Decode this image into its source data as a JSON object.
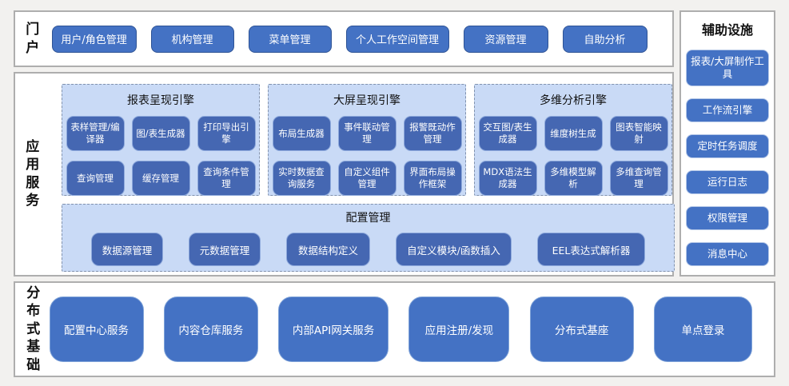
{
  "portal": {
    "label": "门户",
    "items": [
      "用户/角色管理",
      "机构管理",
      "菜单管理",
      "个人工作空间管理",
      "资源管理",
      "自助分析"
    ]
  },
  "app_services": {
    "label": "应用服务",
    "engines": [
      {
        "title": "报表呈现引擎",
        "items": [
          "表样管理/编译器",
          "图/表生成器",
          "打印导出引擎",
          "查询管理",
          "缓存管理",
          "查询条件管理"
        ]
      },
      {
        "title": "大屏呈现引擎",
        "items": [
          "布局生成器",
          "事件联动管理",
          "报警既动作管理",
          "实时数据查询服务",
          "自定义组件管理",
          "界面布局操作框架"
        ]
      },
      {
        "title": "多维分析引擎",
        "items": [
          "交互图/表生成器",
          "维度树生成",
          "图表智能映射",
          "MDX语法生成器",
          "多维模型解析",
          "多维查询管理"
        ]
      }
    ],
    "config": {
      "title": "配置管理",
      "items": [
        "数据源管理",
        "元数据管理",
        "数据结构定义",
        "自定义模块/函数插入",
        "EEL表达式解析器"
      ]
    }
  },
  "aux": {
    "title": "辅助设施",
    "items": [
      "报表/大屏制作工具",
      "工作流引擎",
      "定时任务调度",
      "运行日志",
      "权限管理",
      "消息中心"
    ]
  },
  "foundation": {
    "label": "分布式基础",
    "items": [
      "配置中心服务",
      "内容仓库服务",
      "内部API网关服务",
      "应用注册/发现",
      "分布式基座",
      "单点登录"
    ]
  },
  "colors": {
    "accent_blue": "#4472c4",
    "inner_blue": "#4567b2",
    "inner_border": "#8faadc",
    "dashed_box_bg": "#c9daf6",
    "dashed_border": "#8091ad",
    "panel_border": "#aeaeae",
    "page_bg": "#f2f1ef",
    "text_on_blue": "#ffffff"
  }
}
